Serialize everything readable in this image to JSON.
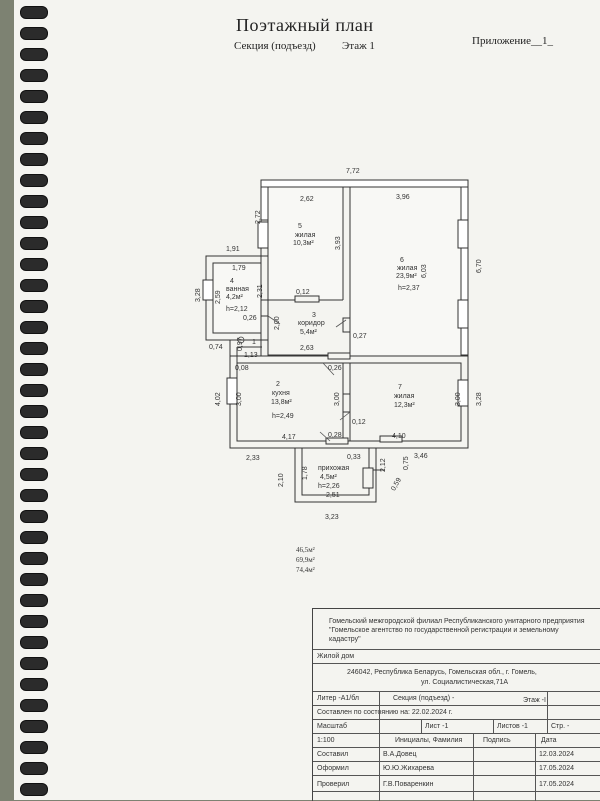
{
  "header": {
    "title": "Поэтажный план",
    "section_label": "Секция (подъезд)",
    "floor_label": "Этаж 1",
    "appendix": "Приложение__1_"
  },
  "dimensions": {
    "top_total": "7,72",
    "r5_width": "2,62",
    "r6_width": "3,96",
    "r5_left": "2,72",
    "r5_height": "3,93",
    "r6_height": "6,03",
    "right_total": "6,70",
    "bath_top": "1,91",
    "bath_inner": "1,79",
    "bath_left_total": "3,28",
    "bath_h": "2,59",
    "bath_door_h": "2,31",
    "corr_w": "2,00",
    "d012a": "0,12",
    "d026a": "0,26",
    "d074": "0,74",
    "d097": "0,97",
    "d113": "1,13",
    "d263": "2,63",
    "d027": "0,27",
    "d008": "0,08",
    "d026b": "0,26",
    "left_402": "4,02",
    "kitchen_h": "3,00",
    "r7_left_h": "3,00",
    "d012b": "0,12",
    "r7_right_h": "3,00",
    "right_328": "3,28",
    "kitchen_bottom": "4,17",
    "d028": "0,28",
    "r7_bottom": "4,10",
    "d233": "2,33",
    "d033": "0,33",
    "d212": "2,12",
    "d075": "0,75",
    "d346": "3,46",
    "d210": "2,10",
    "d178": "1,78",
    "d059": "0,59",
    "d251": "2,51",
    "d323": "3,23"
  },
  "rooms": [
    {
      "num": "5",
      "name": "жилая",
      "area": "10,3м²"
    },
    {
      "num": "6",
      "name": "жилая",
      "area": "23,9м²",
      "height": "h=2,37"
    },
    {
      "num": "4",
      "name": "ванная",
      "area": "4,2м²",
      "height": "h=2,12"
    },
    {
      "num": "3",
      "name": "коридор",
      "area": "5,4м²"
    },
    {
      "num": "1",
      "name": "",
      "area": "",
      "height": ""
    },
    {
      "num": "2",
      "name": "кухня",
      "area": "13,8м²",
      "height": "h=2,49"
    },
    {
      "num": "7",
      "name": "жилая",
      "area": "12,3м²"
    },
    {
      "num": "",
      "name": "прихожая",
      "area": "4,5м²",
      "height": "h=2,26"
    }
  ],
  "totals": [
    "46,5м²",
    "69,9м²",
    "74,4м²"
  ],
  "stamp": {
    "organization": "Гомельский межгородской филиал Республиканского унитарного предприятия \"Гомельское агентство по государственной регистрации и земельному кадастру\"",
    "object": "Жилой дом",
    "address_line1": "246042, Республика Беларусь, Гомельская обл., г. Гомель,",
    "address_line2": "ул. Социалистическая,71А",
    "liter": "Литер -А1/бл",
    "section": "Секция (подъезд) -",
    "floor": "Этаж -I",
    "compiled_date": "Составлен по состоянию на: 22.02.2024 г.",
    "scale_label": "Масштаб",
    "sheet_label": "Лист -1",
    "sheets_label": "Листов -1",
    "page_label": "Стр. -",
    "scale_value": "1:100",
    "initials_header": "Инициалы, Фамилия",
    "signature_header": "Подпись",
    "date_header": "Дата",
    "rows": [
      {
        "role": "Составил",
        "name": "В.А.Довец",
        "date": "12.03.2024"
      },
      {
        "role": "Оформил",
        "name": "Ю.Ю.Жихарева",
        "date": "17.05.2024"
      },
      {
        "role": "Проверил",
        "name": "Г.В.Поваренкин",
        "date": "17.05.2024"
      }
    ]
  }
}
